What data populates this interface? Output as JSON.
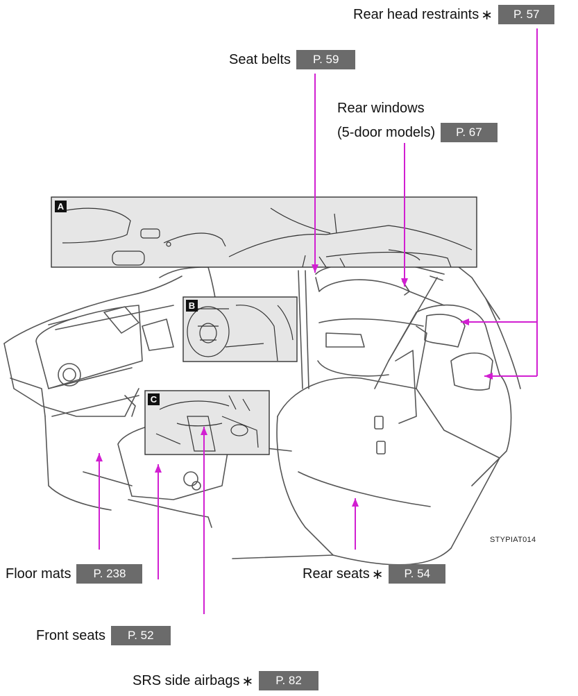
{
  "image_code": "STYPIAT014",
  "colors": {
    "leader": "#d11fd1",
    "ref_bg": "#6b6b6b",
    "inset_bg": "#e6e6e6"
  },
  "insets": {
    "a": "A",
    "b": "B",
    "c": "C"
  },
  "callouts": {
    "rear_head_restraints": {
      "label": "Rear head restraints",
      "star": "∗",
      "ref": "P. 57"
    },
    "seat_belts": {
      "label": "Seat belts",
      "ref": "P. 59"
    },
    "rear_windows": {
      "line1": "Rear windows",
      "line2": "(5-door models)",
      "ref": "P. 67"
    },
    "floor_mats": {
      "label": "Floor mats",
      "ref": "P. 238"
    },
    "front_seats": {
      "label": "Front seats",
      "ref": "P. 52"
    },
    "rear_seats": {
      "label": "Rear seats",
      "star": "∗",
      "ref": "P. 54"
    },
    "srs_side_airbags": {
      "label": "SRS side airbags",
      "star": "∗",
      "ref": "P. 82"
    }
  }
}
